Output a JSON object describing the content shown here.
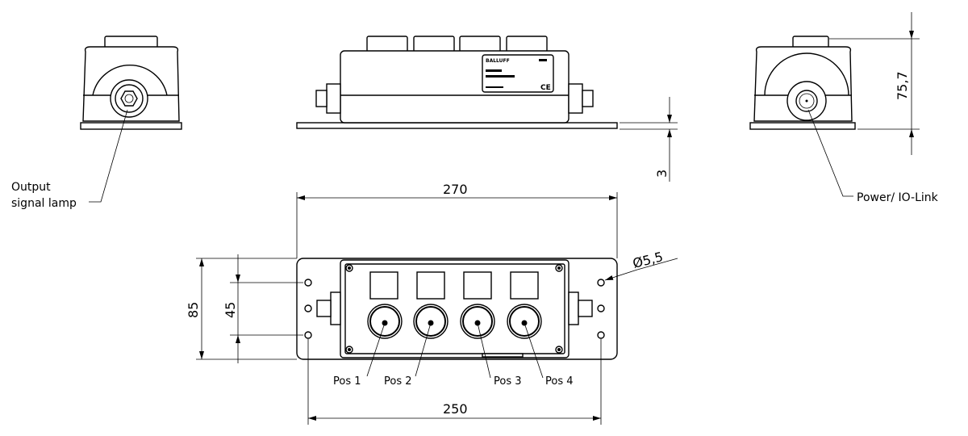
{
  "labels": {
    "output_lamp_line1": "Output",
    "output_lamp_line2": "signal lamp",
    "power_iolink": "Power/ IO-Link",
    "pos": [
      "Pos 1",
      "Pos 2",
      "Pos 3",
      "Pos 4"
    ],
    "brand": "BALLUFF"
  },
  "dimensions": {
    "total_length": "270",
    "hole_spacing_length": "250",
    "height": "75,7",
    "plate_thickness": "3",
    "plate_width": "85",
    "hole_spacing_width": "45",
    "hole_diameter": "Ø5,5"
  },
  "colors": {
    "line": "#000000",
    "background": "#ffffff"
  }
}
